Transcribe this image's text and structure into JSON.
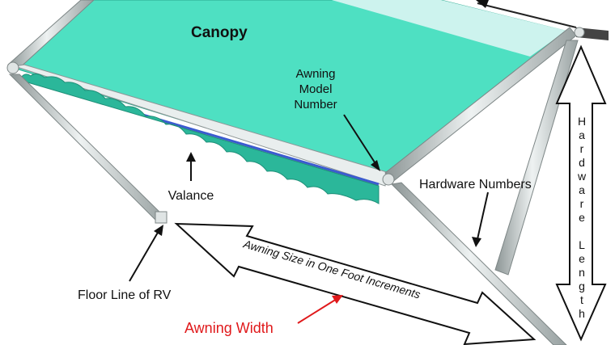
{
  "labels": {
    "canopy": "Canopy",
    "awning_model_line1": "Awning",
    "awning_model_line2": "Model",
    "awning_model_line3": "Number",
    "valance": "Valance",
    "hardware_numbers": "Hardware Numbers",
    "hardware_length": "Hardware Length",
    "awning_size": "Awning Size in One Foot Increments",
    "floor_line": "Floor Line of RV",
    "awning_width": "Awning Width"
  },
  "colors": {
    "canopy_fill": "#4ee0c2",
    "canopy_light": "#cdf3ee",
    "valance_fill": "#2bb79a",
    "valance_edge": "#3b5bd0",
    "awning_width_text": "#e0191b",
    "hardware_metal": "#cfd6d6"
  }
}
